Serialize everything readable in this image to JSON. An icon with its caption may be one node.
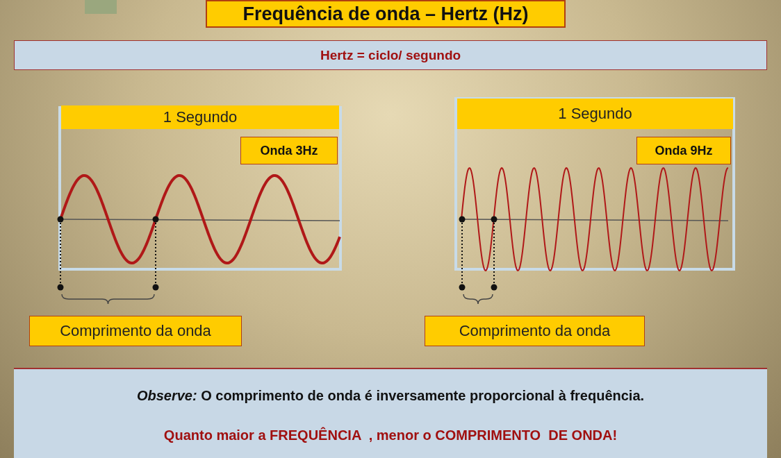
{
  "diagram": {
    "title": "Frequência de onda – Hertz (Hz)",
    "nodes": [
      {
        "text": [
          "Hertz = ciclo/ segundo"
        ]
      },
      {
        "text": [
          "1 Segundo"
        ]
      },
      {
        "text": [
          "Onda 3Hz"
        ]
      },
      {
        "text": [
          "Comprimento da onda"
        ]
      },
      {
        "text": [
          "1 Segundo"
        ]
      },
      {
        "text": [
          "Onda 9Hz"
        ]
      },
      {
        "text": [
          "Comprimento da onda"
        ]
      },
      {
        "text": [
          "*Observe:* O comprimento de onda é inversamente proporcional à frequência.",
          "Quanto maior a FREQUÊNCIA  , menor o COMPRIMENTO  DE ONDA!"
        ]
      }
    ]
  }
}
